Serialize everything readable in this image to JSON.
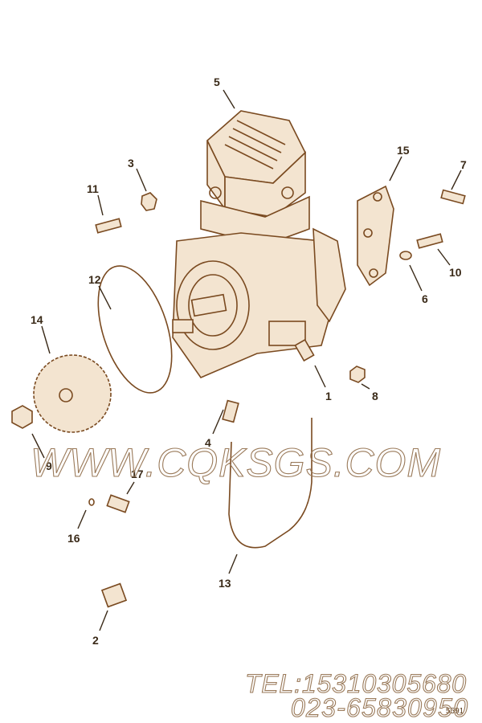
{
  "diagram": {
    "callouts": [
      "5",
      "3",
      "11",
      "15",
      "7",
      "12",
      "10",
      "6",
      "14",
      "1",
      "8",
      "4",
      "9",
      "17",
      "16",
      "13",
      "2"
    ],
    "figure_code": "5591"
  },
  "watermark": {
    "website": "WWW.CQKSGS.COM",
    "tel": "TEL:15310305680",
    "phone": "023-65830950"
  },
  "colors": {
    "line": "#7a4a20",
    "label": "#3a2a18"
  }
}
